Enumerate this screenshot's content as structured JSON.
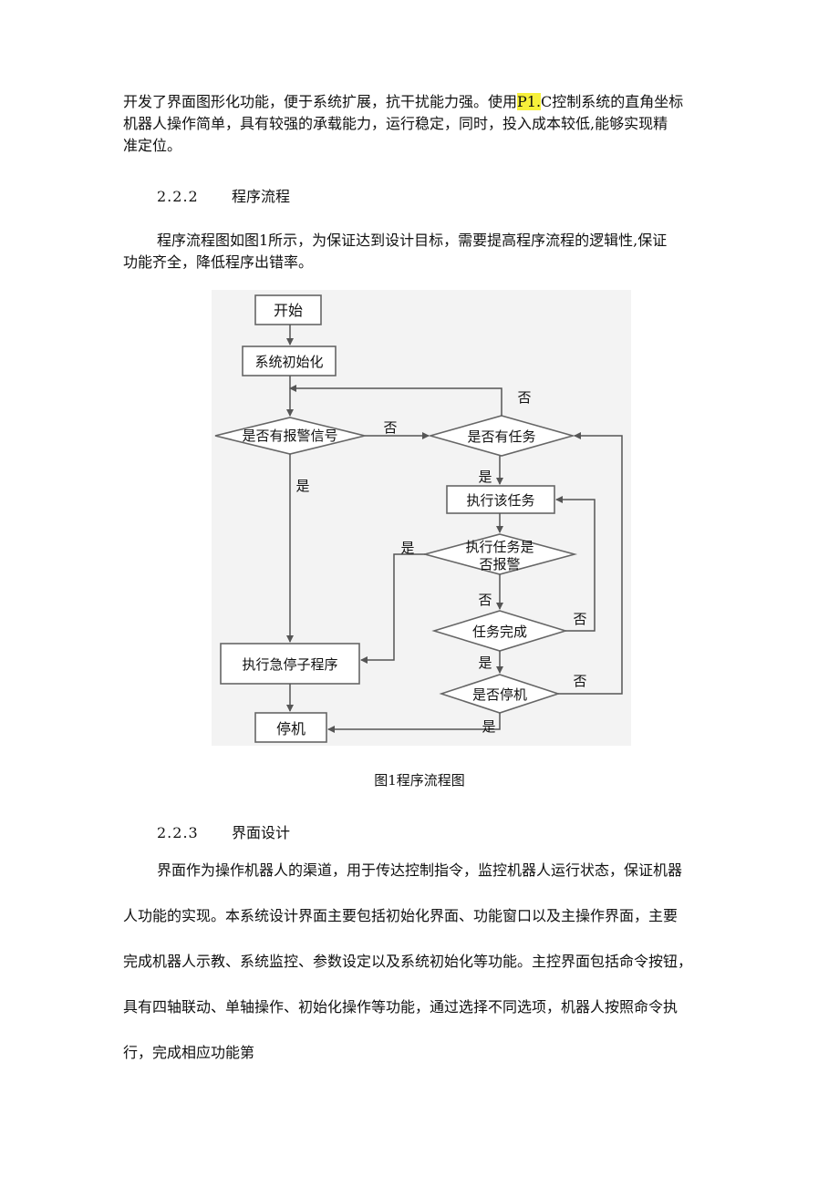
{
  "para1": {
    "before_hl": "开发了界面图形化功能，便于系统扩展，抗干扰能力强。使用",
    "hl": "P1.",
    "after_hl_line1": "C控制系统的直角坐标",
    "line2": "机器人操作简单，具有较强的承载能力，运行稳定，同时，投入成本较低,能够实现精",
    "line3": "准定位。"
  },
  "section1": {
    "number": "2.2.2",
    "title": "程序流程"
  },
  "para2": {
    "line1": "程序流程图如图1所示，为保证达到设计目标，需要提高程序流程的逻辑性,保证",
    "line2": "功能齐全，降低程序出错率。"
  },
  "flowchart": {
    "start": "开始",
    "init": "系统初始化",
    "alarm_q": "是否有报警信号",
    "task_q": "是否有任务",
    "exec_task": "执行该任务",
    "task_alarm_q_l1": "执行任务是",
    "task_alarm_q_l2": "否报警",
    "task_done_q": "任务完成",
    "estop": "执行急停子程序",
    "stop_q": "是否停机",
    "stop": "停机",
    "yes": "是",
    "no": "否"
  },
  "caption": "图1程序流程图",
  "section2": {
    "number": "2.2.3",
    "title": "界面设计"
  },
  "para3": {
    "line1": "界面作为操作机器人的渠道，用于传达控制指令，监控机器人运行状态，保证机器",
    "line2": "人功能的实现。本系统设计界面主要包括初始化界面、功能窗口以及主操作界面，主要",
    "line3": "完成机器人示教、系统监控、参数设定以及系统初始化等功能。主控界面包括命令按钮，",
    "line4": "具有四轴联动、单轴操作、初始化操作等功能，通过选择不同选项，机器人按照命令执",
    "line5": "行，完成相应功能第"
  }
}
